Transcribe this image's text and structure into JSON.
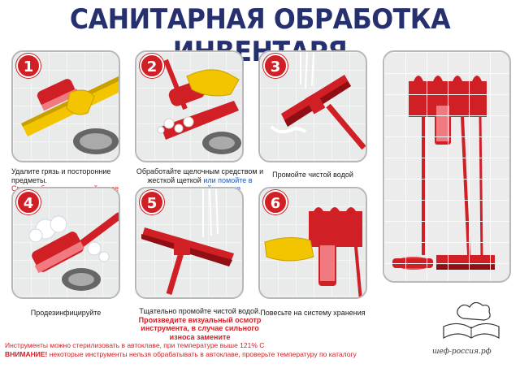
{
  "title": "САНИТАРНАЯ ОБРАБОТКА ИНВЕНТАРЯ",
  "steps": [
    {
      "num": "1",
      "text": "Удалите грязь и посторонние предметы.",
      "note": "Сгон разбирите и промойте все детали"
    },
    {
      "num": "2",
      "text": "Обработайте щелочным средством и жесткой щеткой",
      "note": "или помойте в посудомоечной машине"
    },
    {
      "num": "3",
      "text": "Промойте чистой водой"
    },
    {
      "num": "4",
      "text": "Продезинфицируйте"
    },
    {
      "num": "5",
      "text": "Тщательно промойте чистой водой.",
      "note": "Произведите визуальный осмотр инструмента, в случае сильного износа замените"
    },
    {
      "num": "6",
      "text": "Повесьте на систему хранения"
    }
  ],
  "footer": {
    "line1": "Инструменты можно стерилизовать в автоклаве, при температуре выше 121% С",
    "warning_label": "ВНИМАНИЕ!",
    "warning_text": " некоторые инструменты нельзя обрабатывать в автоклаве, проверьте температуру по каталогу"
  },
  "logo": {
    "text": "шеф-россия.рф",
    "icon": "chef-hat-book-icon"
  },
  "colors": {
    "title": "#26306f",
    "accent_red": "#d11f26",
    "blue_note": "#1e5ab8",
    "glove_yellow": "#f2c500"
  }
}
